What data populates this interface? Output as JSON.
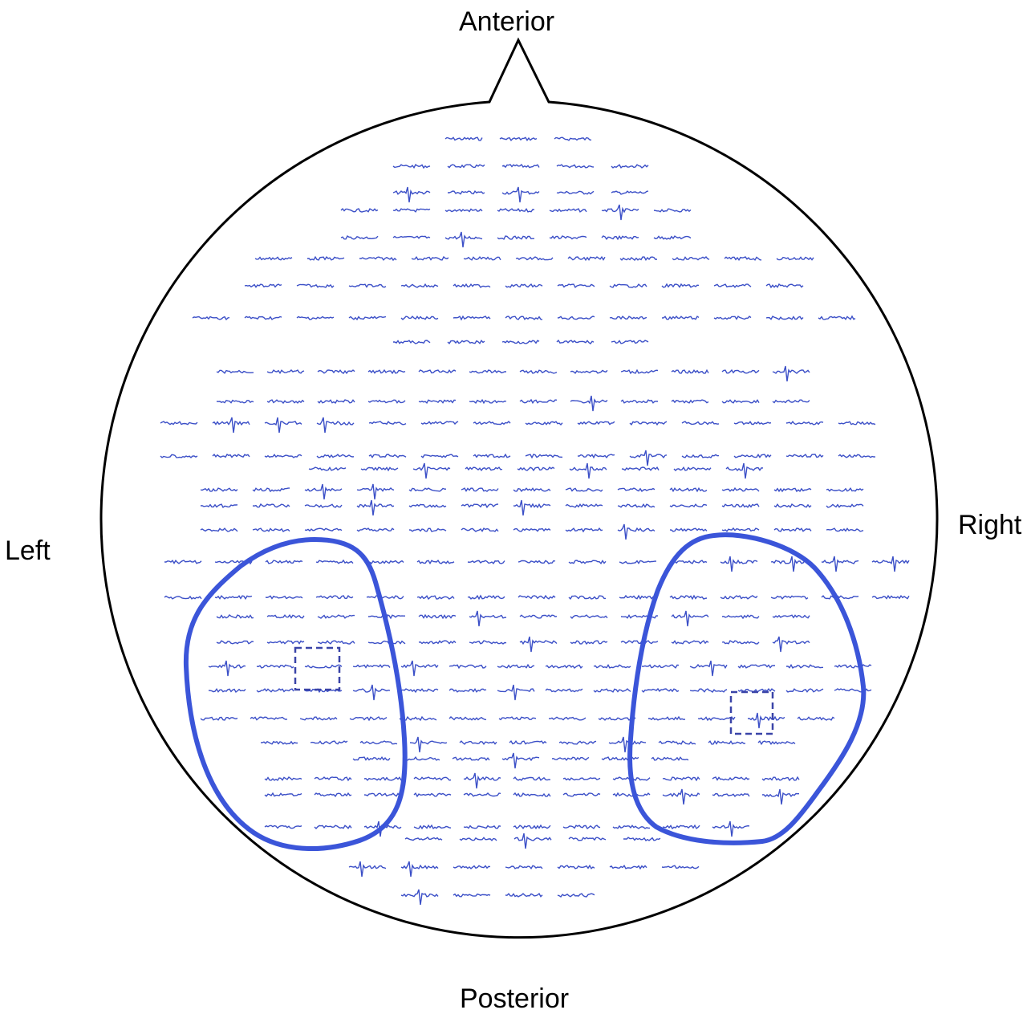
{
  "labels": {
    "anterior": "Anterior",
    "posterior": "Posterior",
    "left": "Left",
    "right": "Right"
  },
  "colors": {
    "head_outline": "#000000",
    "trace": "#3b4fc7",
    "region_outline": "#3b55d9",
    "selected_box": "#3a44a8"
  },
  "regions": [
    "left-posterior-cluster",
    "right-posterior-cluster"
  ],
  "selected_channels": [
    "left-highlighted-channel",
    "right-highlighted-channel"
  ]
}
